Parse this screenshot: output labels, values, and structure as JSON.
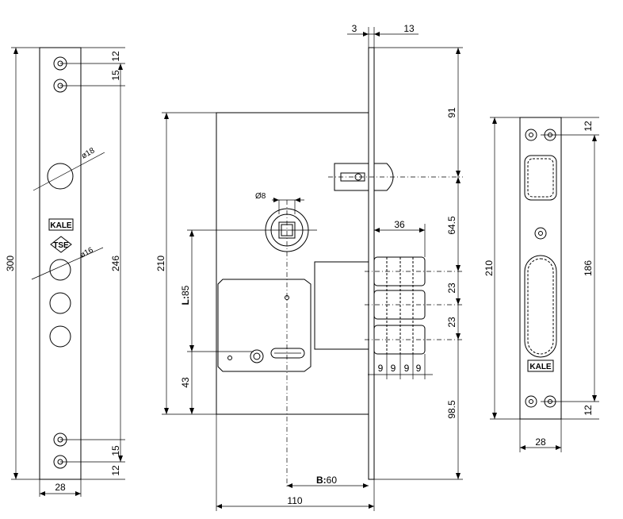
{
  "left_plate": {
    "height": "300",
    "hole_spacing": "246",
    "width": "28",
    "top_dims": [
      "12",
      "15"
    ],
    "bottom_dims": [
      "15",
      "12"
    ],
    "hole_large": "ø18",
    "hole_small": "ø16",
    "brand_logo": "KALE",
    "cert_logo": "TSE"
  },
  "lock_body": {
    "height": "210",
    "backset": "60",
    "backset_prefix": "B:",
    "centre_distance": "85",
    "centre_prefix": "L:",
    "bottom_offset": "43",
    "width": "110",
    "spindle": "Ø8",
    "faceplate_thickness": "3",
    "faceplate_width": "13",
    "top_to_latch": "91",
    "latch_to_bolt": "64.5",
    "bolt_spacing_1": "23",
    "bolt_spacing_2": "23",
    "bottom_to_bolt": "98.5",
    "bolt_throw": "36",
    "bolt_pitch": [
      "9",
      "9",
      "9",
      "9"
    ]
  },
  "right_plate": {
    "height": "210",
    "hole_spacing": "186",
    "width": "28",
    "top_dim": "12",
    "bottom_dim": "12",
    "brand_logo": "KALE"
  }
}
